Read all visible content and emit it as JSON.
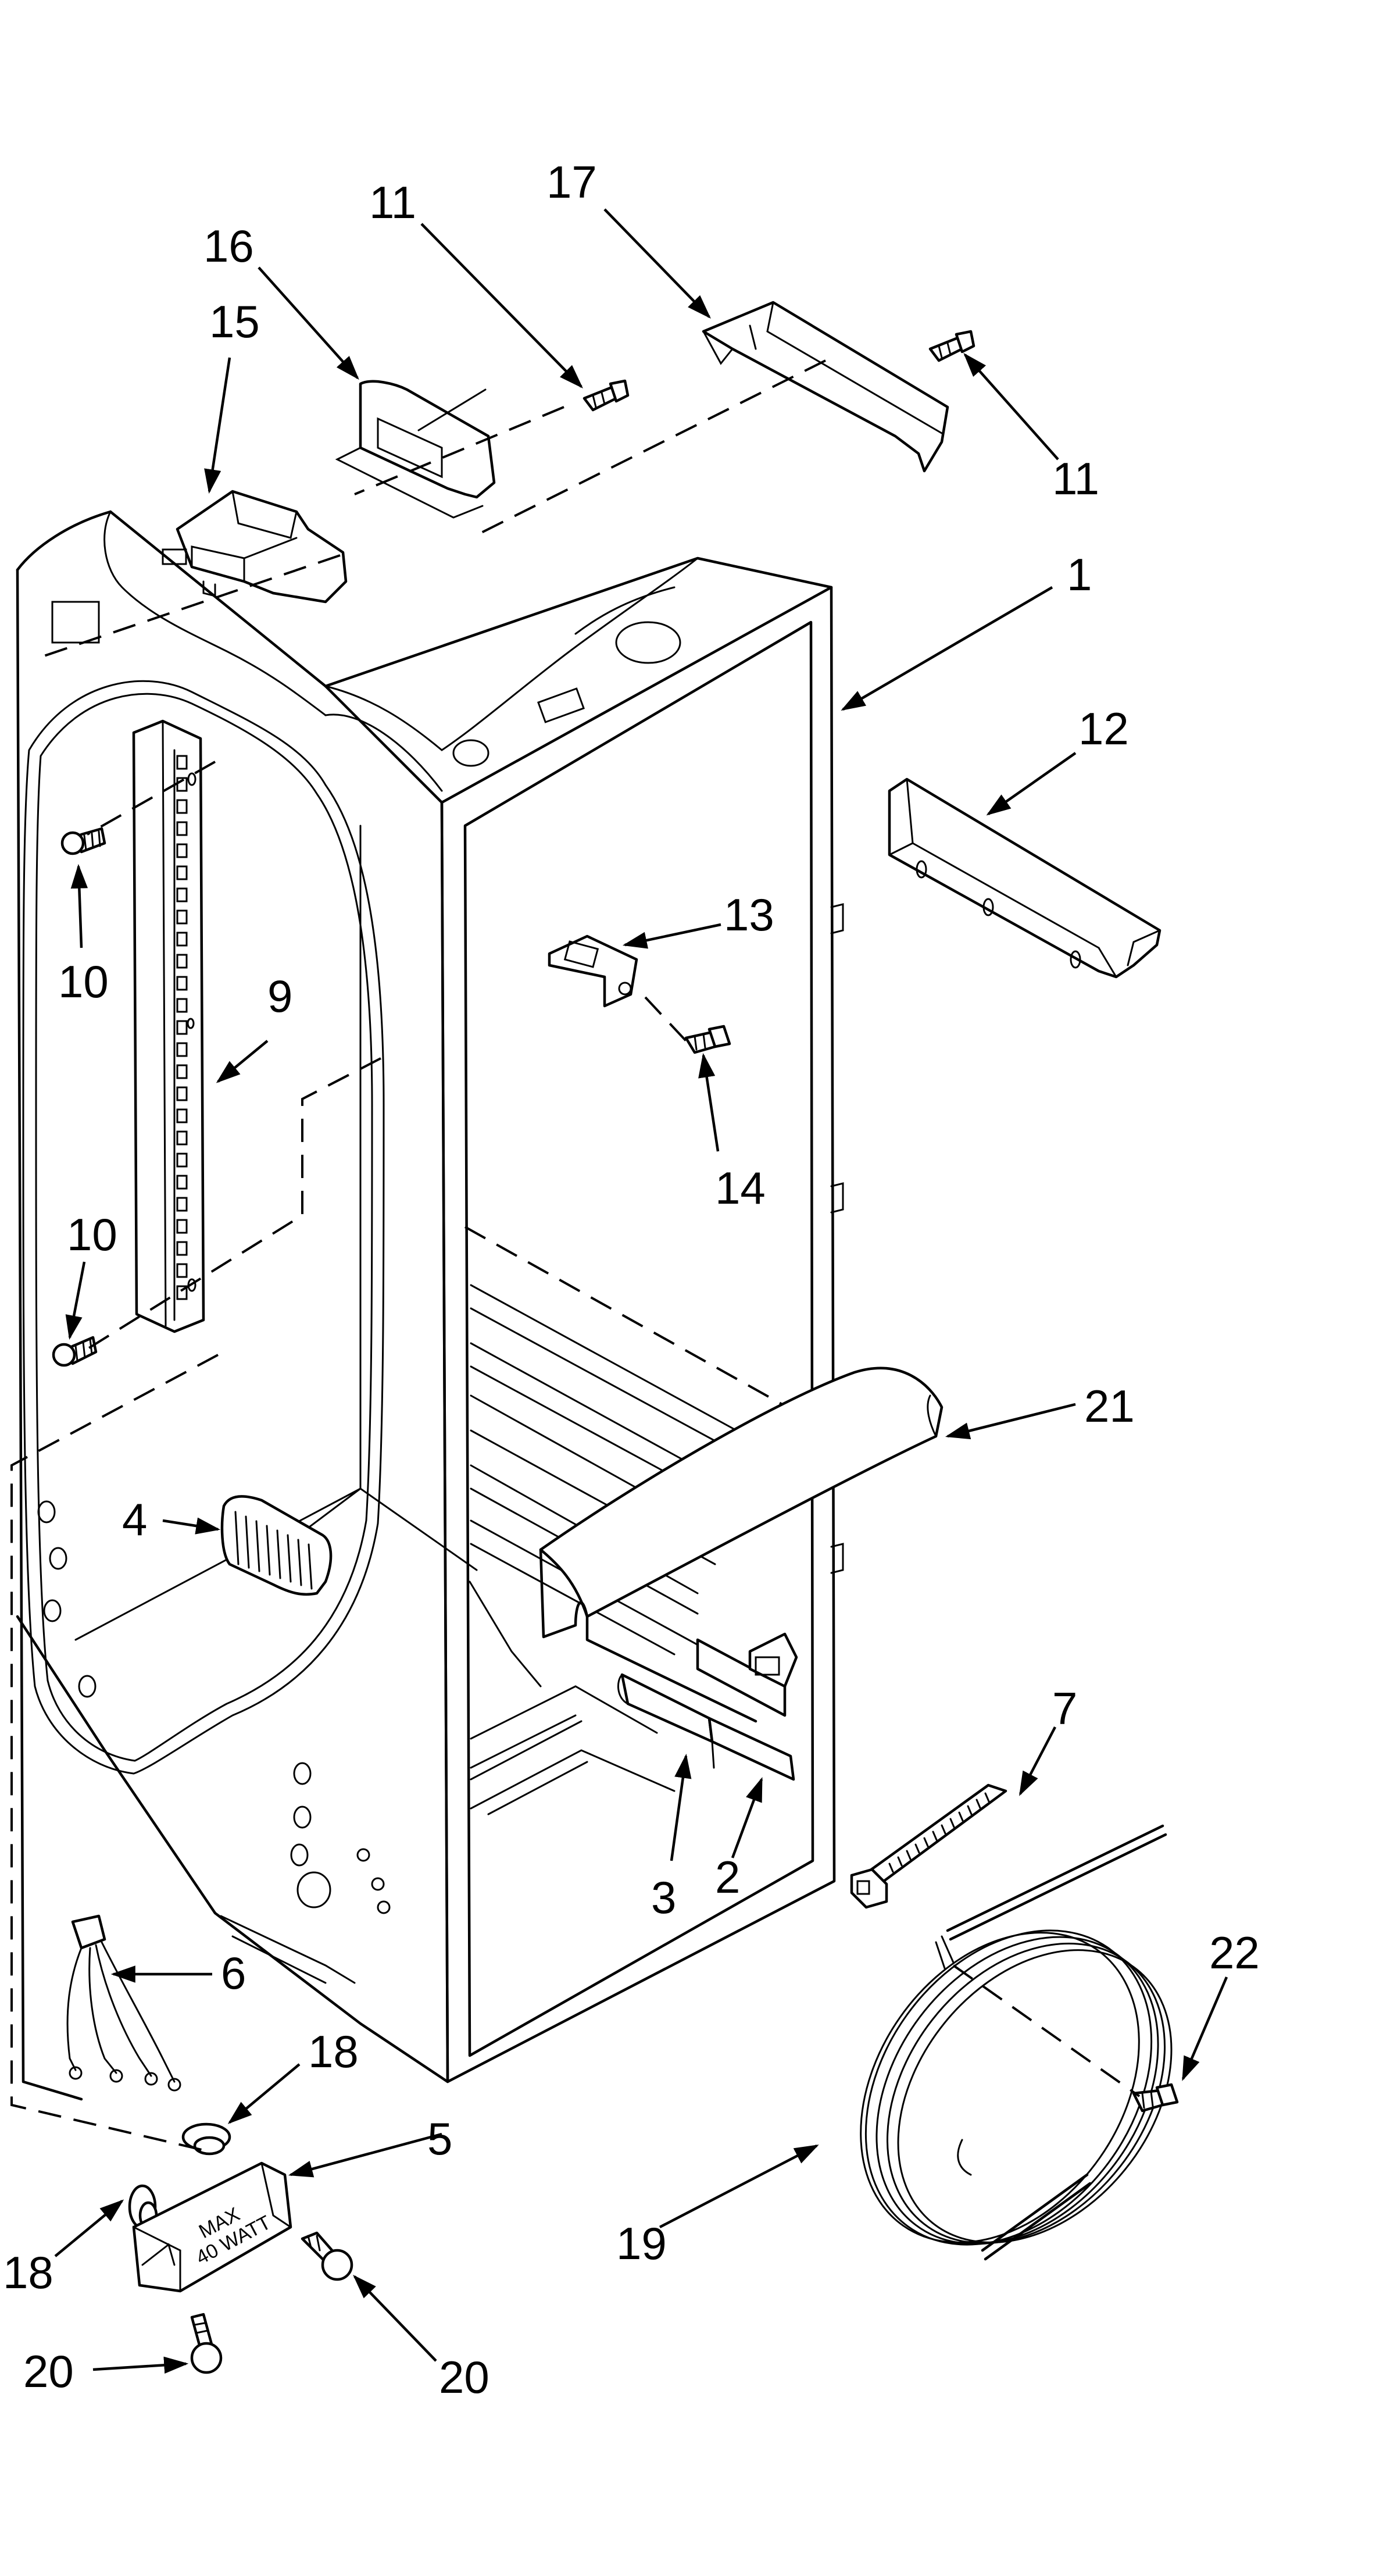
{
  "labels": {
    "p1": "1",
    "p2": "2",
    "p3": "3",
    "p4": "4",
    "p5": "5",
    "p6": "6",
    "p7": "7",
    "p9": "9",
    "p10a": "10",
    "p10b": "10",
    "p11a": "11",
    "p11b": "11",
    "p12": "12",
    "p13": "13",
    "p14": "14",
    "p15": "15",
    "p16": "16",
    "p17": "17",
    "p18a": "18",
    "p18b": "18",
    "p19": "19",
    "p20a": "20",
    "p20b": "20",
    "p21": "21",
    "p22": "22"
  },
  "socket_text": {
    "line1": "MAX",
    "line2": "40 WATT"
  },
  "colors": {
    "ink": "#000000",
    "paper": "#ffffff"
  }
}
